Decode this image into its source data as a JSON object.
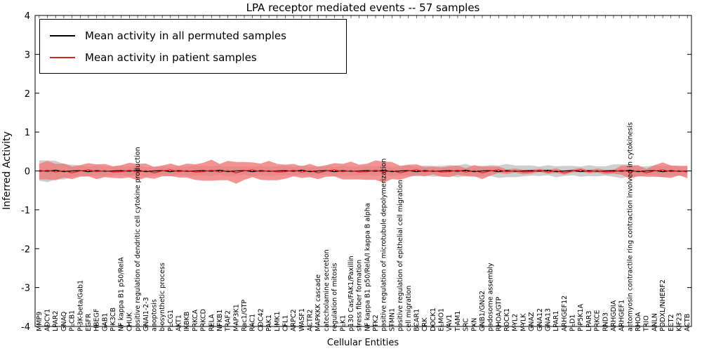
{
  "legend": [
    {
      "label": "Mean activity in all permuted samples",
      "color": "#000000"
    },
    {
      "label": "Mean activity in patient samples",
      "color": "#dd2222"
    }
  ],
  "chart_data": {
    "type": "line",
    "title": "LPA receptor mediated events -- 57 samples",
    "xlabel": "Cellular Entities",
    "ylabel": "Inferred Activity",
    "ylim": [
      -4,
      4
    ],
    "yticks": [
      4,
      3,
      2,
      1,
      0,
      -1,
      -2,
      -3,
      -4
    ],
    "grid": false,
    "legend_position": "upper left",
    "zero_line": 0,
    "categories": [
      "MMP9",
      "ADCY1",
      "LPAR2",
      "GNAQ",
      "PLCB1",
      "PI3K-beta/Gab1",
      "EGFR",
      "HBEGF",
      "GAB1",
      "PIK3CB",
      "NF kappa B1 p50/RelA",
      "CHUK",
      "positive regulation of dendritic cell cytokine production",
      "GNAI1-2-3",
      "apoptosis",
      "biosynthetic process",
      "PLCG1",
      "AKT1",
      "IKBKB",
      "PRKCA",
      "PRKCD",
      "RELA",
      "NFKB1",
      "TRAF2",
      "MAP3K1",
      "Rac1/GTP",
      "RAC1",
      "CDC42",
      "PAK1",
      "LIMK1",
      "CFL1",
      "ARPC2",
      "WASF1",
      "ACTR2",
      "MAPKKK cascade",
      "catecholamine secretion",
      "regulation of mitosis",
      "PLK1",
      "p130 Cas/FAK1/Paxillin",
      "stress fiber formation",
      "NF kappa B1 p50/RelA/I kappa B alpha",
      "PTK2",
      "positive regulation of microtubule depolymerization",
      "STMN1",
      "positive regulation of epithelial cell migration",
      "cell migration",
      "BCAR1",
      "CRK",
      "DOCK1",
      "ELMO1",
      "VAV1",
      "TIAM1",
      "SRC",
      "PXN",
      "GNB1/GNG2",
      "podosome assembly",
      "RHOA/GTP",
      "ROCK1",
      "MYL2",
      "MYLK",
      "GNAZ",
      "GNA12",
      "GNA13",
      "LPAR1",
      "ARHGEF12",
      "PLD1",
      "PIP5K1A",
      "LPAR3",
      "PRKCE",
      "RND3",
      "ARHGDIA",
      "ARHGEF1",
      "actomyosin contractile ring contraction involved in cytokinesis",
      "RHOA",
      "TRIO",
      "ANLN",
      "PODXL/NHERF2",
      "ECT2",
      "KIF23",
      "ACTB"
    ],
    "series": [
      {
        "name": "Mean activity in all permuted samples",
        "color": "#000000",
        "values": [
          0.01,
          -0.01,
          0.02,
          -0.02,
          0.0,
          0.01,
          -0.02,
          0.01,
          -0.01,
          0.0,
          0.01,
          -0.01,
          0.02,
          -0.02,
          0.0,
          0.01,
          -0.02,
          0.01,
          -0.01,
          0.0,
          0.01,
          -0.01,
          0.02,
          -0.02,
          0.0,
          0.01,
          -0.02,
          0.01,
          -0.01,
          0.0,
          0.01,
          -0.01,
          0.02,
          -0.02,
          0.0,
          0.01,
          -0.02,
          0.01,
          -0.01,
          0.0,
          0.01,
          -0.01,
          0.02,
          -0.02,
          0.0,
          0.01,
          -0.02,
          0.01,
          -0.01,
          0.0,
          0.01,
          -0.01,
          0.02,
          -0.02,
          0.0,
          0.01,
          -0.02,
          0.01,
          -0.01,
          0.0,
          0.01,
          -0.01,
          0.02,
          -0.02,
          0.0,
          0.01,
          -0.02,
          0.01,
          -0.01,
          0.0,
          0.01,
          -0.01,
          0.02,
          -0.02,
          0.0,
          0.01,
          -0.02,
          0.01,
          -0.01,
          0.0
        ]
      },
      {
        "name": "Mean activity in patient samples",
        "color": "#dd2222",
        "values": [
          -0.02,
          0.02,
          -0.03,
          0.01,
          -0.05,
          0.0,
          0.03,
          -0.02,
          0.01,
          -0.03,
          -0.02,
          0.02,
          -0.03,
          0.01,
          -0.05,
          0.0,
          0.03,
          -0.02,
          0.01,
          -0.03,
          -0.02,
          0.02,
          -0.03,
          0.01,
          -0.05,
          0.0,
          0.03,
          -0.02,
          0.01,
          -0.03,
          -0.02,
          0.02,
          -0.03,
          0.01,
          -0.05,
          0.0,
          0.03,
          -0.02,
          0.01,
          -0.03,
          -0.02,
          0.02,
          -0.03,
          0.01,
          -0.05,
          0.0,
          0.03,
          -0.02,
          0.01,
          -0.03,
          -0.02,
          0.02,
          -0.03,
          0.01,
          -0.05,
          0.0,
          0.03,
          -0.02,
          0.01,
          -0.03,
          -0.02,
          0.02,
          -0.03,
          0.01,
          -0.05,
          0.0,
          0.03,
          -0.02,
          0.01,
          -0.03,
          -0.02,
          0.02,
          -0.03,
          0.01,
          -0.05,
          0.0,
          0.03,
          -0.02,
          0.01,
          -0.03
        ]
      }
    ],
    "bands": [
      {
        "name": "permuted-std",
        "series": 0,
        "color": "#bdbdbd",
        "opacity": 0.75,
        "half_width": [
          0.26,
          0.28,
          0.24,
          0.2,
          0.16,
          0.13,
          0.12,
          0.13,
          0.12,
          0.11,
          0.12,
          0.13,
          0.12,
          0.11,
          0.12,
          0.11,
          0.12,
          0.11,
          0.12,
          0.13,
          0.12,
          0.13,
          0.12,
          0.13,
          0.12,
          0.11,
          0.12,
          0.13,
          0.12,
          0.11,
          0.12,
          0.11,
          0.12,
          0.11,
          0.12,
          0.11,
          0.12,
          0.13,
          0.12,
          0.11,
          0.12,
          0.13,
          0.12,
          0.11,
          0.12,
          0.13,
          0.12,
          0.13,
          0.14,
          0.13,
          0.14,
          0.15,
          0.16,
          0.14,
          0.13,
          0.14,
          0.16,
          0.17,
          0.15,
          0.14,
          0.13,
          0.12,
          0.13,
          0.14,
          0.13,
          0.12,
          0.13,
          0.14,
          0.13,
          0.12,
          0.16,
          0.18,
          0.15,
          0.13,
          0.12,
          0.13,
          0.14,
          0.13,
          0.12,
          0.11
        ]
      },
      {
        "name": "patient-std",
        "series": 1,
        "color": "#f07878",
        "opacity": 0.8,
        "half_width": [
          0.2,
          0.24,
          0.21,
          0.18,
          0.16,
          0.15,
          0.17,
          0.19,
          0.17,
          0.15,
          0.17,
          0.19,
          0.21,
          0.18,
          0.15,
          0.14,
          0.16,
          0.15,
          0.18,
          0.2,
          0.23,
          0.27,
          0.21,
          0.25,
          0.28,
          0.23,
          0.19,
          0.21,
          0.25,
          0.21,
          0.18,
          0.16,
          0.15,
          0.17,
          0.16,
          0.15,
          0.17,
          0.2,
          0.23,
          0.19,
          0.21,
          0.25,
          0.27,
          0.22,
          0.18,
          0.16,
          0.14,
          0.12,
          0.1,
          0.12,
          0.14,
          0.12,
          0.1,
          0.14,
          0.16,
          0.12,
          0.08,
          0.06,
          0.05,
          0.06,
          0.05,
          0.04,
          0.05,
          0.06,
          0.05,
          0.04,
          0.05,
          0.04,
          0.05,
          0.06,
          0.05,
          0.12,
          0.17,
          0.14,
          0.1,
          0.15,
          0.19,
          0.16,
          0.12,
          0.16
        ]
      }
    ]
  }
}
